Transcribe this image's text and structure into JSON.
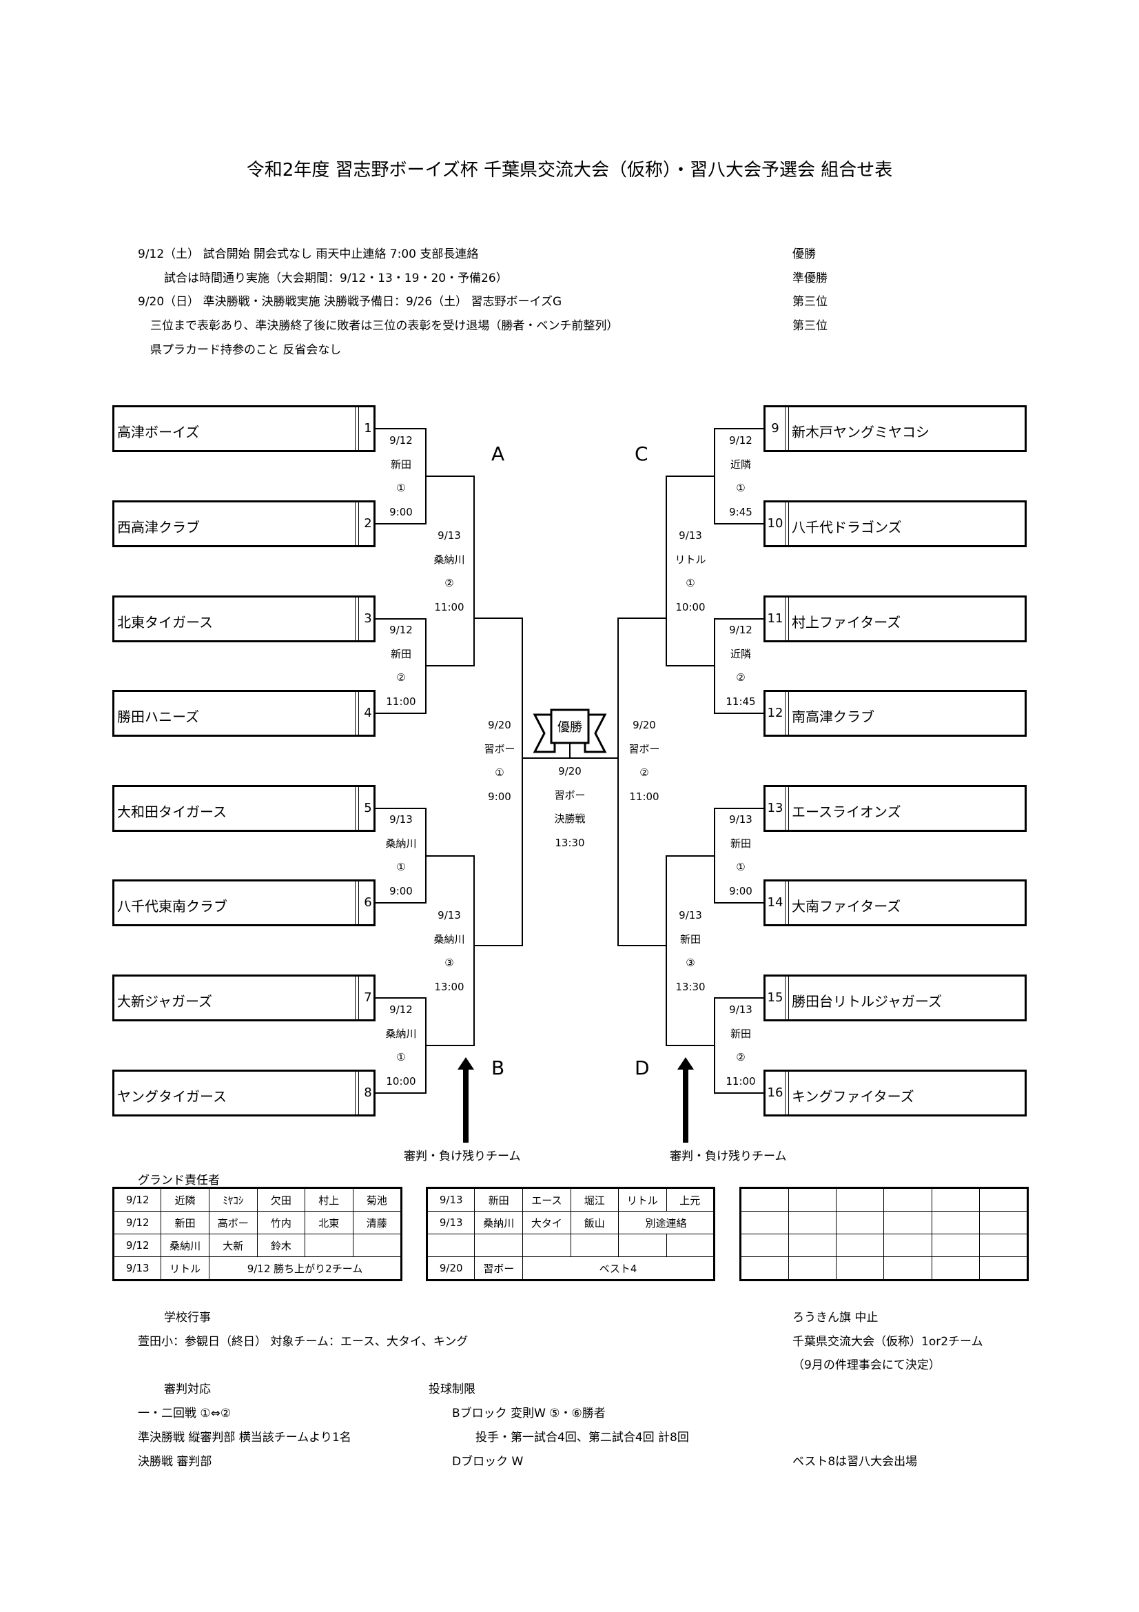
{
  "title": "令和2年度  習志野ボーイズ杯  千葉県交流大会（仮称）・習八大会予選会  組合せ表",
  "notes": [
    "9/12（土）  試合開始    開会式なし    雨天中止連絡  7:00  支部長連絡",
    "試合は時間通り実施（大会期間：9/12・13・19・20・予備26）",
    "9/20（日）  準決勝戦・決勝戦実施  決勝戦予備日：9/26（土）  習志野ボーイズG",
    "三位まで表彰あり、準決勝終了後に敗者は三位の表彰を受け退場（勝者・ベンチ前整列）",
    "県プラカード持参のこと    反省会なし"
  ],
  "awards": [
    "優勝",
    "準優勝",
    "第三位",
    "第三位"
  ],
  "teams_left": [
    {
      "name": "高津ボーイズ",
      "num": "1"
    },
    {
      "name": "西高津クラブ",
      "num": "2"
    },
    {
      "name": "北東タイガース",
      "num": "3"
    },
    {
      "name": "勝田ハニーズ",
      "num": "4"
    },
    {
      "name": "大和田タイガース",
      "num": "5"
    },
    {
      "name": "八千代東南クラブ",
      "num": "6"
    },
    {
      "name": "大新ジャガーズ",
      "num": "7"
    },
    {
      "name": "ヤングタイガース",
      "num": "8"
    }
  ],
  "teams_right": [
    {
      "name": "新木戸ヤングミヤコシ",
      "num": "9"
    },
    {
      "name": "八千代ドラゴンズ",
      "num": "10"
    },
    {
      "name": "村上ファイターズ",
      "num": "11"
    },
    {
      "name": "南高津クラブ",
      "num": "12"
    },
    {
      "name": "エースライオンズ",
      "num": "13"
    },
    {
      "name": "大南ファイターズ",
      "num": "14"
    },
    {
      "name": "勝田台リトルジャガーズ",
      "num": "15"
    },
    {
      "name": "キングファイターズ",
      "num": "16"
    }
  ],
  "blocks": {
    "a": "A",
    "b": "B",
    "c": "C",
    "d": "D"
  },
  "matches": {
    "l1": [
      "9/12",
      "新田",
      "①",
      "9:00"
    ],
    "l2": [
      "9/12",
      "新田",
      "②",
      "11:00"
    ],
    "l3": [
      "9/13",
      "桑納川",
      "①",
      "9:00"
    ],
    "l4": [
      "9/12",
      "桑納川",
      "①",
      "10:00"
    ],
    "l12": [
      "9/13",
      "桑納川",
      "②",
      "11:00"
    ],
    "l34": [
      "9/13",
      "桑納川",
      "③",
      "13:00"
    ],
    "lsf": [
      "9/20",
      "習ボー",
      "①",
      "9:00"
    ],
    "r1": [
      "9/12",
      "近隣",
      "①",
      "9:45"
    ],
    "r2": [
      "9/12",
      "近隣",
      "②",
      "11:45"
    ],
    "r3": [
      "9/13",
      "新田",
      "①",
      "9:00"
    ],
    "r4": [
      "9/13",
      "新田",
      "②",
      "11:00"
    ],
    "r12": [
      "9/13",
      "リトル",
      "①",
      "10:00"
    ],
    "r34": [
      "9/13",
      "新田",
      "③",
      "13:30"
    ],
    "rsf": [
      "9/20",
      "習ボー",
      "②",
      "11:00"
    ],
    "final": [
      "9/20",
      "習ボー",
      "決勝戦",
      "13:30"
    ]
  },
  "trophy_label": "優勝",
  "referee_notes": [
    "審判・負け残りチーム",
    "審判・負け残りチーム"
  ],
  "ground_title": "グランド責任者",
  "ground_table_1": [
    [
      "9/12",
      "近隣",
      "ﾐﾔｺｼ",
      "欠田",
      "村上",
      "菊池"
    ],
    [
      "9/12",
      "新田",
      "高ボー",
      "竹内",
      "北東",
      "清藤"
    ],
    [
      "9/12",
      "桑納川",
      "大新",
      "鈴木",
      "",
      ""
    ],
    [
      "9/13",
      "リトル",
      "9/12  勝ち上がり2チーム"
    ]
  ],
  "ground_table_2": [
    [
      "9/13",
      "新田",
      "エース",
      "堀江",
      "リトル",
      "上元"
    ],
    [
      "9/13",
      "桑納川",
      "大タイ",
      "飯山",
      "別途連絡"
    ],
    [
      "",
      "",
      "",
      "",
      "",
      ""
    ],
    [
      "9/20",
      "習ボー",
      "ベスト4"
    ]
  ],
  "school": {
    "heading": "学校行事",
    "line": "萱田小：参観日（終日）  対象チーム：エース、大タイ、キング"
  },
  "right_notes": [
    "ろうきん旗  中止",
    "千葉県交流大会（仮称）1or2チーム",
    "（9月の件理事会にて決定）"
  ],
  "umpire": {
    "heading": "審判対応",
    "lines": [
      "一・二回戦  ①⇔②",
      "準決勝戦  縦審判部  横当該チームより1名",
      "決勝戦  審判部"
    ]
  },
  "pitch": {
    "heading": "投球制限",
    "lines": [
      "Bブロック  変則W  ⑤・⑥勝者",
      "投手・第一試合4回、第二試合4回  計8回",
      "Dブロック  W"
    ]
  },
  "best8": "ベスト8は習八大会出場"
}
